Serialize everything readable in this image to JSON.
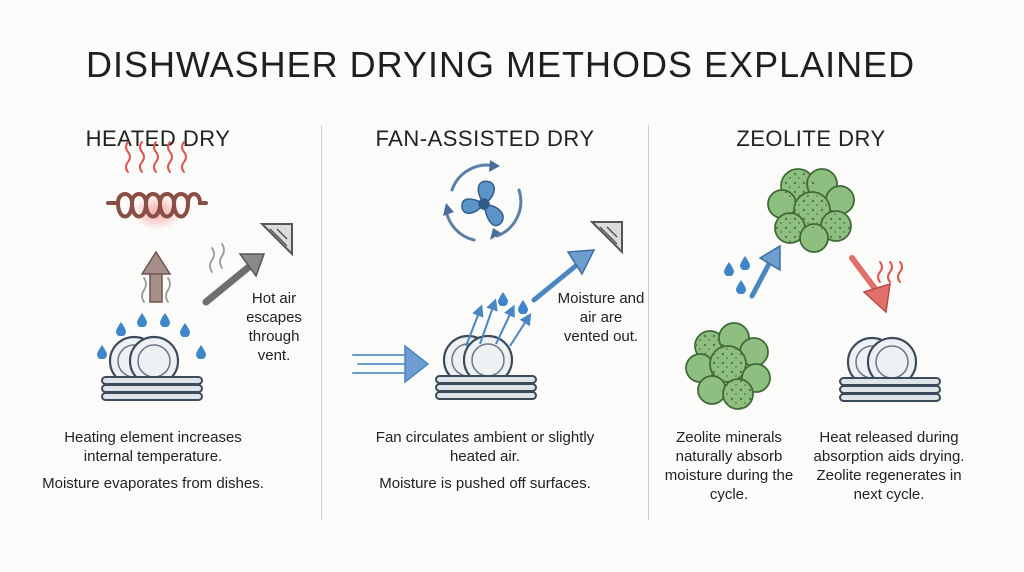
{
  "title": "DISHWASHER DRYING METHODS EXPLAINED",
  "columns": [
    {
      "heading": "HEATED DRY",
      "side_label": "Hot air escapes through vent.",
      "caption_1": "Heating element increases internal temperature.",
      "caption_2": "Moisture evaporates from dishes."
    },
    {
      "heading": "FAN-ASSISTED DRY",
      "side_label": "Moisture and air are vented out.",
      "caption_1": "Fan circulates ambient or slightly heated air.",
      "caption_2": "Moisture is pushed off surfaces."
    },
    {
      "heading": "ZEOLITE DRY",
      "caption_left": "Zeolite minerals naturally absorb moisture during the cycle.",
      "caption_right_1": "Heat released during absorption aids drying.",
      "caption_right_2": "Zeolite regenerates in next cycle."
    }
  ],
  "colors": {
    "water_drop": "#3f86c9",
    "heat_coil": "#8a4e44",
    "heat_glow": "#e0554f",
    "fan": "#5b95c8",
    "zeolite": "#8fbf80",
    "arrow_blue": "#4a86c2",
    "arrow_red": "#e16f6a",
    "arrow_gray": "#8a8a8a"
  },
  "icons": [
    "heating-coil-icon",
    "fan-icon",
    "zeolite-cluster-icon",
    "dish-stack-icon",
    "vent-icon",
    "water-drop-icon",
    "heat-wave-icon"
  ]
}
